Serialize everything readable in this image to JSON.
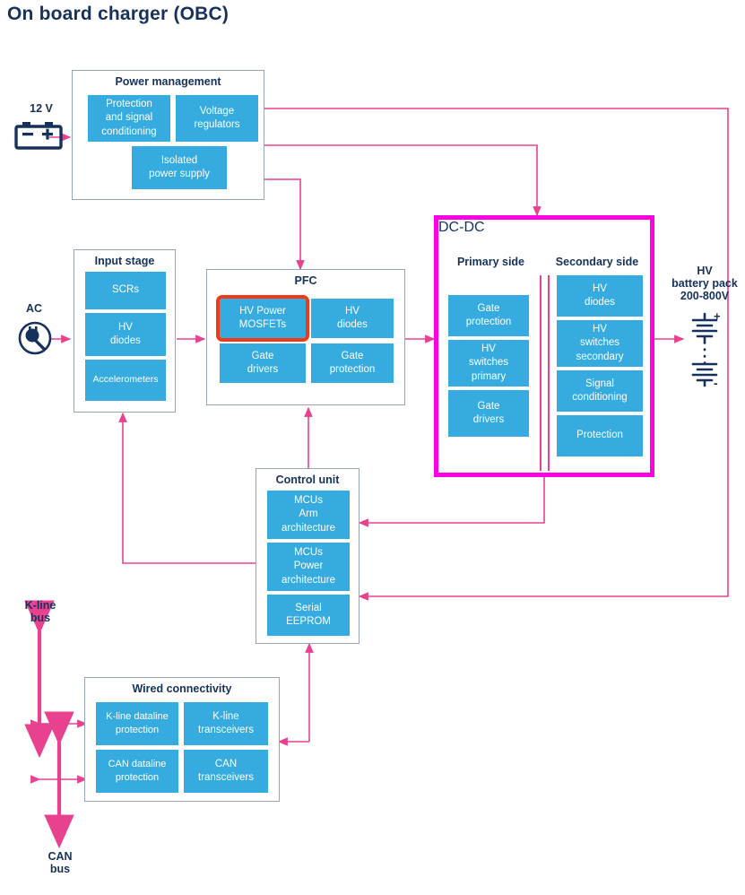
{
  "page": {
    "title": "On board charger (OBC)",
    "colors": {
      "block_blue": "#35abdf",
      "wire_pink": "#e8418f",
      "dcdc_border_magenta": "#ff00e5",
      "highlight_red": "#f03a17",
      "text_navy": "#16325c",
      "group_border_grey": "#9aa5b1"
    }
  },
  "ports": {
    "dc_input": {
      "label": "12 V",
      "icon": "battery-12v-icon"
    },
    "ac_input": {
      "label": "AC",
      "icon": "ac-plug-icon"
    },
    "hv_output": {
      "label": "HV\nbattery pack\n200-800V",
      "icon": "hv-battery-stack-icon"
    },
    "k_line_bus": {
      "label": "K-line\nbus"
    },
    "can_bus": {
      "label": "CAN\nbus"
    }
  },
  "groups": {
    "power_management": {
      "title": "Power management",
      "blocks": [
        {
          "label": "Protection\nand signal\nconditioning"
        },
        {
          "label": "Voltage\nregulators"
        },
        {
          "label": "Isolated\npower supply"
        }
      ]
    },
    "input_stage": {
      "title": "Input stage",
      "blocks": [
        {
          "label": "SCRs"
        },
        {
          "label": "HV\ndiodes"
        },
        {
          "label": "Accelerometers"
        }
      ]
    },
    "pfc": {
      "title": "PFC",
      "blocks": [
        {
          "label": "HV Power\nMOSFETs",
          "highlighted": true
        },
        {
          "label": "HV\ndiodes",
          "highlighted": false
        },
        {
          "label": "Gate\ndrivers",
          "highlighted": false
        },
        {
          "label": "Gate\nprotection",
          "highlighted": false
        }
      ]
    },
    "dc_dc": {
      "title": "DC-DC",
      "primary": {
        "title": "Primary side",
        "blocks": [
          {
            "label": "Gate\nprotection"
          },
          {
            "label": "HV\nswitches\nprimary"
          },
          {
            "label": "Gate\ndrivers"
          }
        ]
      },
      "secondary": {
        "title": "Secondary side",
        "blocks": [
          {
            "label": "HV\ndiodes"
          },
          {
            "label": "HV\nswitches\nsecondary"
          },
          {
            "label": "Signal\nconditioning"
          },
          {
            "label": "Protection"
          }
        ]
      }
    },
    "control_unit": {
      "title": "Control unit",
      "blocks": [
        {
          "label": "MCUs\nArm\narchitecture"
        },
        {
          "label": "MCUs\nPower\narchitecture"
        },
        {
          "label": "Serial\nEEPROM"
        }
      ]
    },
    "wired_connectivity": {
      "title": "Wired connectivity",
      "blocks": [
        {
          "label": "K-line dataline\nprotection"
        },
        {
          "label": "K-line\ntransceivers"
        },
        {
          "label": "CAN dataline\nprotection"
        },
        {
          "label": "CAN\ntransceivers"
        }
      ]
    }
  }
}
